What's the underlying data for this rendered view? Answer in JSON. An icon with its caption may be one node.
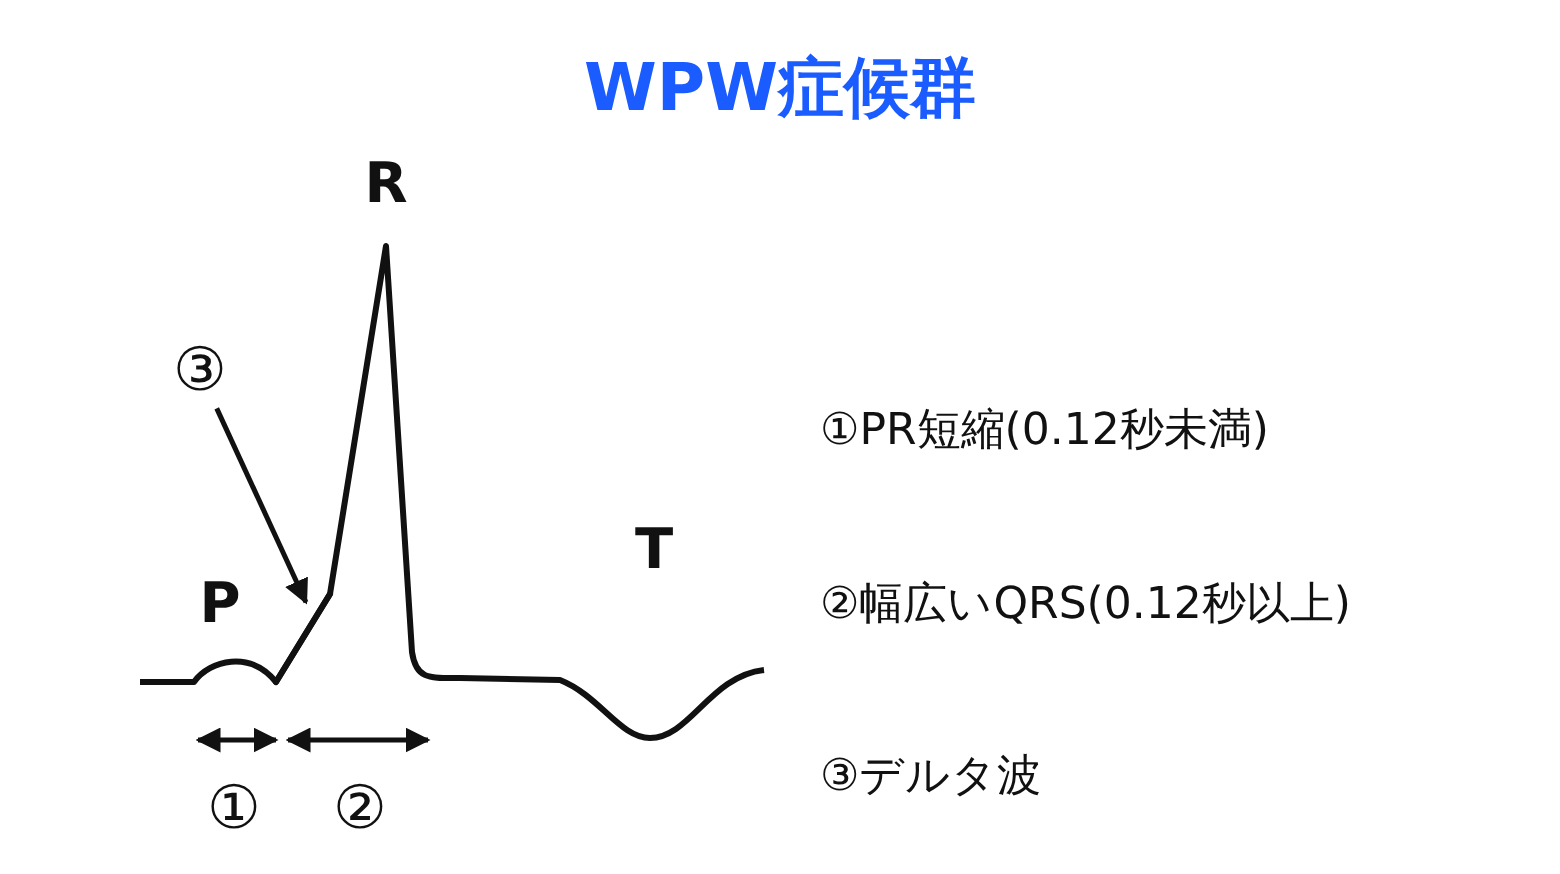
{
  "diagram": {
    "title": "WPW症候群",
    "nodes": [
      {
        "text": [
          "③"
        ]
      },
      {
        "text": [],
        "shape": "picture"
      }
    ],
    "edges": [
      {
        "from": 0,
        "to": 1,
        "arrow": "to"
      }
    ],
    "labels": [
      "R",
      "P",
      "T",
      "①",
      "②",
      "①PR短縮(0.12秒未満)",
      "②幅広いQRS(0.12秒以上)",
      "③デルタ波"
    ]
  }
}
